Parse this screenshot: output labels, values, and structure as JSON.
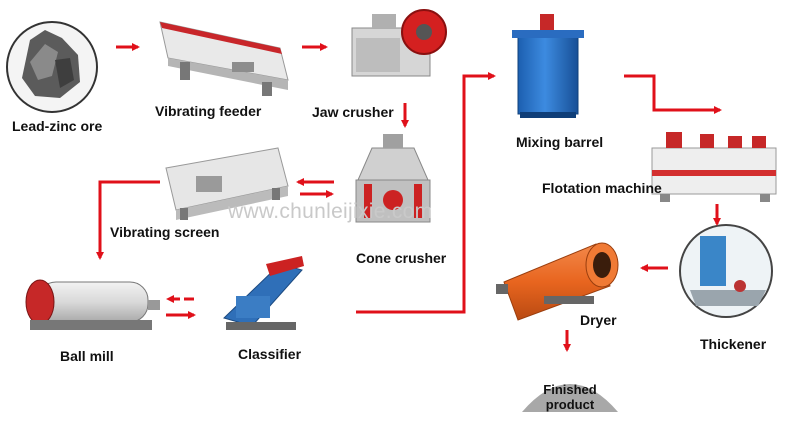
{
  "labels": {
    "ore": "Lead-zinc ore",
    "feeder": "Vibrating feeder",
    "jaw": "Jaw crusher",
    "cone": "Cone crusher",
    "screen": "Vibrating screen",
    "ballmill": "Ball mill",
    "classifier": "Classifier",
    "mixing": "Mixing barrel",
    "flotation": "Flotation machine",
    "thickener": "Thickener",
    "dryer": "Dryer",
    "product_line1": "Finished",
    "product_line2": "product"
  },
  "watermark": "www.chunleijixie.com",
  "colors": {
    "arrow": "#e0101a",
    "product_fill": "#a8a8a8",
    "dryer_orange": "#e8651f"
  }
}
